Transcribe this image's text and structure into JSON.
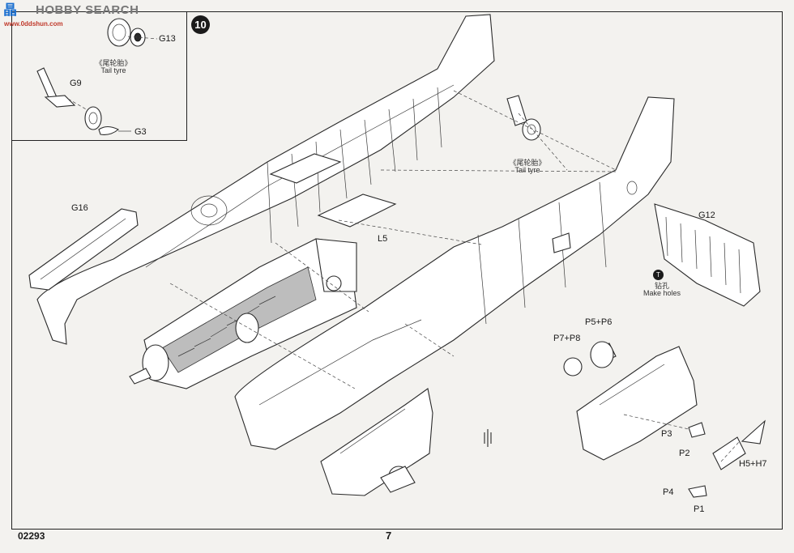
{
  "watermark": {
    "cn": "晶",
    "en": "HOBBY SEARCH",
    "url": "www.0ddshun.com"
  },
  "step": {
    "number": "10"
  },
  "inset": {
    "parts": {
      "g13": "G13",
      "g9": "G9",
      "g3": "G3"
    },
    "tail_tyre_cn": "《尾轮胎》",
    "tail_tyre_en": "Tail tyre"
  },
  "main": {
    "tail_tyre_cn": "《尾轮胎》",
    "tail_tyre_en": "Tail tyre",
    "parts": {
      "g16": "G16",
      "l5": "L5",
      "g12": "G12",
      "p5p6": "P5+P6",
      "p7p8": "P7+P8",
      "p3": "P3",
      "p2": "P2",
      "h5h7": "H5+H7",
      "p4": "P4",
      "p1": "P1"
    },
    "drill": {
      "icon_glyph": "T",
      "cn": "钻孔",
      "en": "Make holes"
    }
  },
  "footer": {
    "code": "02293",
    "page": "7"
  }
}
